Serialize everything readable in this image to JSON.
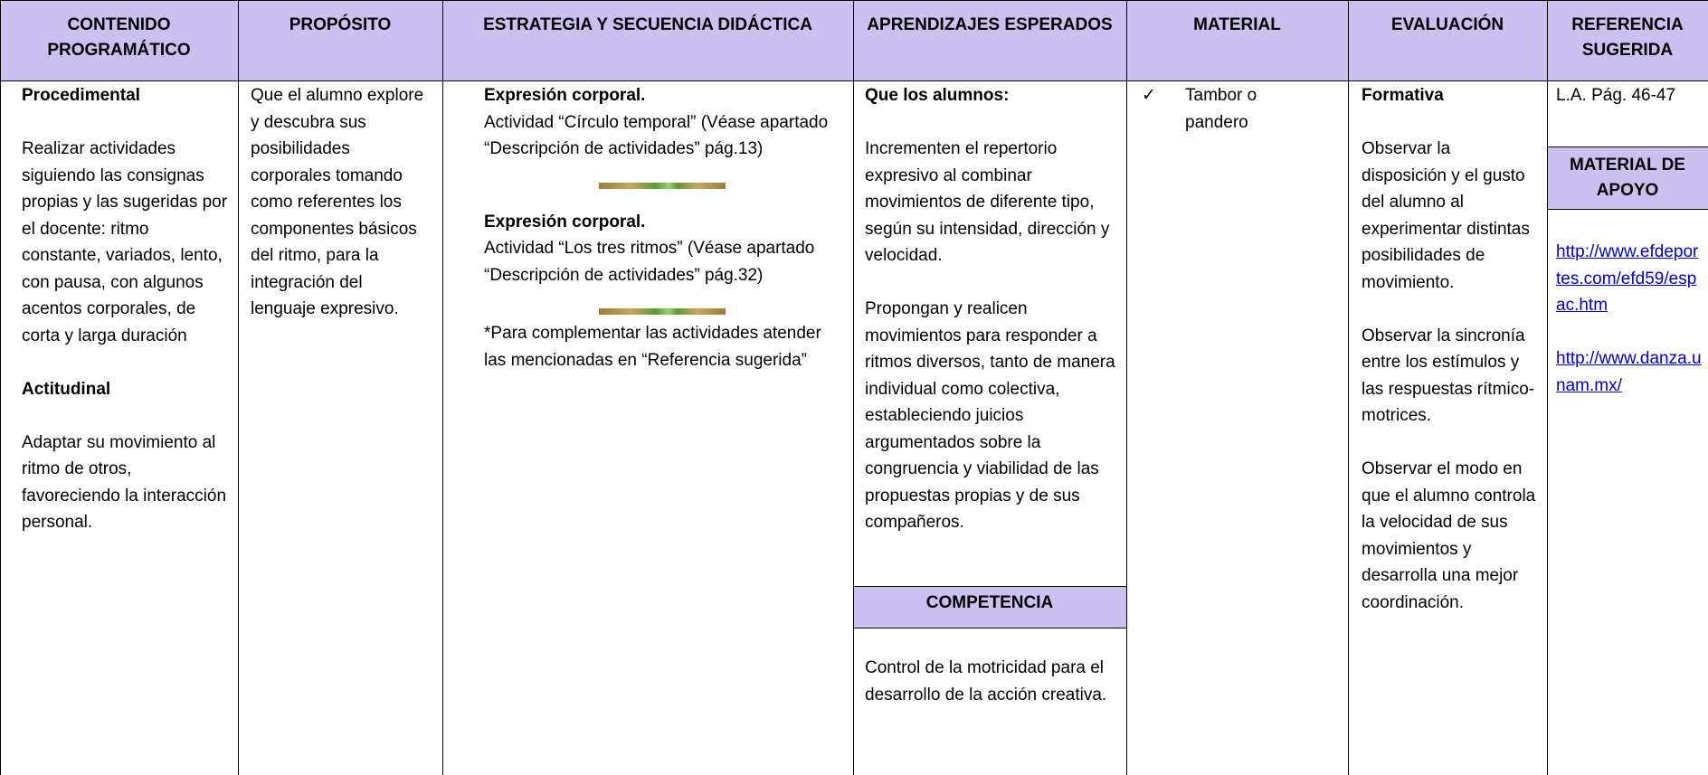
{
  "headers": {
    "contenido": "CONTENIDO PROGRAMÁTICO",
    "proposito": "PROPÓSITO",
    "estrategia": "ESTRATEGIA Y SECUENCIA DIDÁCTICA",
    "aprendizajes": "APRENDIZAJES ESPERADOS",
    "material": "MATERIAL",
    "evaluacion": "EVALUACIÓN",
    "referencia": "REFERENCIA SUGERIDA"
  },
  "contenido": {
    "procedimental_title": "Procedimental",
    "procedimental_text": "Realizar actividades siguiendo las consignas propias y las sugeridas por el docente: ritmo constante, variados, lento, con pausa, con algunos acentos corporales, de corta y larga duración",
    "actitudinal_title": "Actitudinal",
    "actitudinal_text": "Adaptar su movimiento al ritmo de otros, favoreciendo la interacción personal."
  },
  "proposito": {
    "text": "Que el alumno explore y descubra sus posibilidades corporales tomando como referentes los componentes básicos del ritmo, para la integración del lenguaje expresivo."
  },
  "estrategia": {
    "activity1_title": "Expresión corporal.",
    "activity1_text": "Actividad “Círculo temporal” (Véase apartado “Descripción de actividades” pág.13)",
    "activity2_title": "Expresión corporal.",
    "activity2_text": "Actividad “Los tres ritmos” (Véase apartado “Descripción de actividades” pág.32)",
    "note": "*Para complementar las actividades atender las mencionadas en “Referencia sugerida”"
  },
  "aprendizajes": {
    "intro": "Que los alumnos:",
    "item1": "Incrementen el repertorio expresivo al combinar movimientos de diferente tipo, según su intensidad, dirección y velocidad.",
    "item2": "Propongan y realicen movimientos para responder a ritmos diversos, tanto de manera individual como colectiva, estableciendo juicios argumentados sobre la congruencia y viabilidad de las propuestas propias y de sus compañeros.",
    "competencia_header": "COMPETENCIA",
    "competencia_text": "Control de la motricidad para el desarrollo de la acción creativa."
  },
  "material": {
    "check": "✓",
    "item": "Tambor o pandero"
  },
  "evaluacion": {
    "title": "Formativa",
    "obs1": "Observar la disposición y el gusto del alumno al experimentar distintas posibilidades de movimiento.",
    "obs2": "Observar la sincronía entre los estímulos y las respuestas rítmico-motrices.",
    "obs3": "Observar el modo en que el alumno controla la velocidad de sus movimientos y desarrolla una mejor coordinación."
  },
  "referencia": {
    "page": "L.A. Pág. 46-47",
    "apoyo_header": "MATERIAL DE APOYO",
    "link1": "http://www.efdeportes.com/efd59/espac.htm",
    "link2": "http://www.danza.unam.mx/"
  }
}
